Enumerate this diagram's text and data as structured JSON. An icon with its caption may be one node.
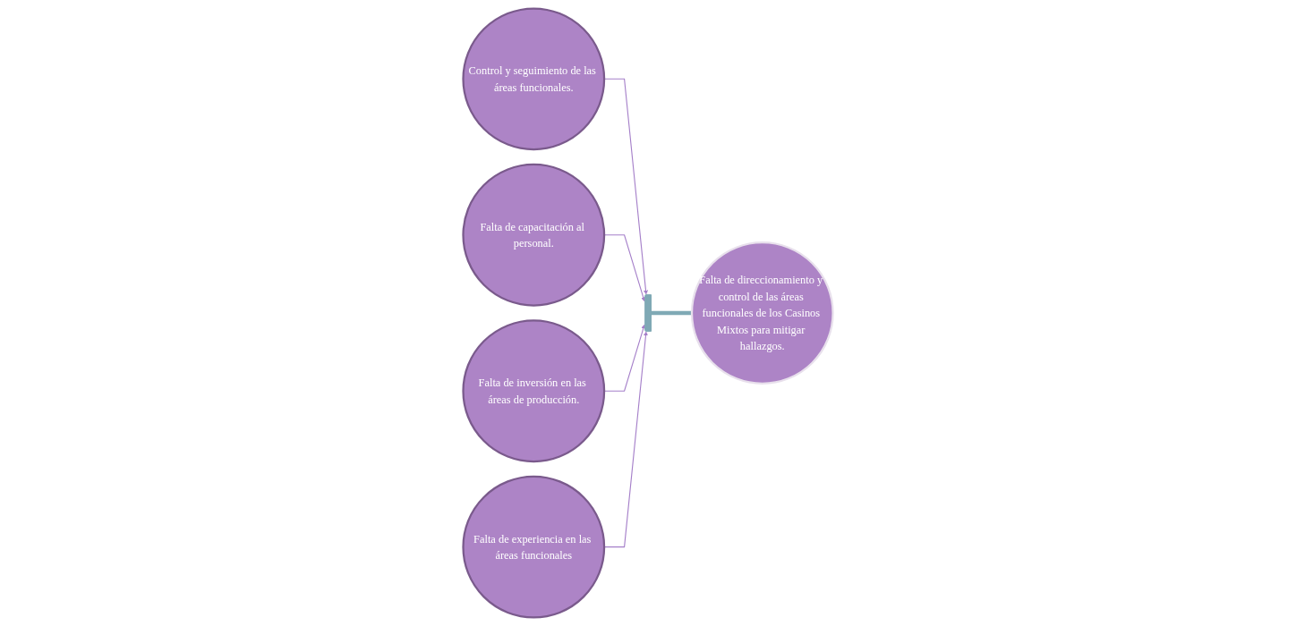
{
  "diagram": {
    "nodes": [
      {
        "text": [
          "Control y seguimiento de las áreas funcionales."
        ]
      },
      {
        "text": [
          "Falta de capacitación al personal."
        ]
      },
      {
        "text": [
          "Falta de direccionamiento y control de las áreas funcionales de los Casinos Mixtos para mitigar hallazgos."
        ]
      },
      {
        "text": [
          "Falta de inversión en las áreas de producción."
        ]
      },
      {
        "text": [
          "Falta de experiencia en las áreas funcionales"
        ]
      },
      {
        "text": [],
        "shape": "bar"
      }
    ],
    "edges": [
      {
        "from": 0,
        "to": 5,
        "arrow": "to"
      },
      {
        "from": 1,
        "to": 5,
        "arrow": "to"
      },
      {
        "from": 3,
        "to": 5,
        "arrow": "to"
      },
      {
        "from": 4,
        "to": 5,
        "arrow": "to"
      },
      {
        "from": 5,
        "to": 2,
        "arrow": "none",
        "style": "thick",
        "color": "#7fa9b5"
      }
    ]
  }
}
